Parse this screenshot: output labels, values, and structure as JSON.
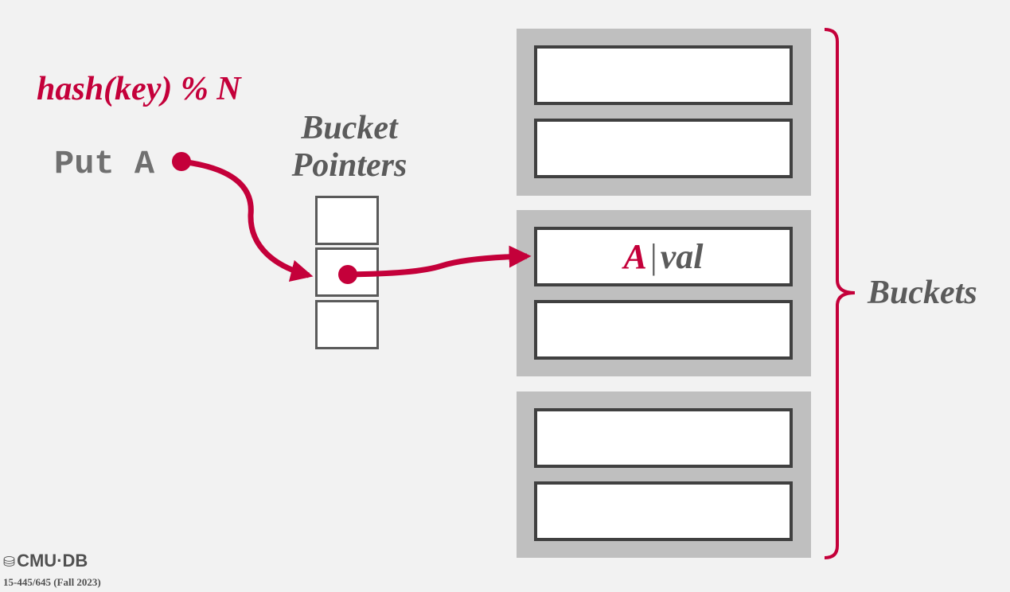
{
  "hash_function": "hash(key) % N",
  "operation": "Put A",
  "bucket_pointers": {
    "title_line1": "Bucket",
    "title_line2": "Pointers",
    "slot_count": 3,
    "active_slot": 2
  },
  "buckets": {
    "label": "Buckets",
    "groups": [
      {
        "slots": [
          {},
          {}
        ]
      },
      {
        "slots": [
          {
            "key": "A",
            "separator": "|",
            "value": "val"
          },
          {}
        ]
      },
      {
        "slots": [
          {},
          {}
        ]
      }
    ]
  },
  "footer": {
    "logo": "CMU·DB",
    "course": "15-445/645 (Fall 2023)"
  },
  "colors": {
    "accent": "#c4003a",
    "text_gray": "#5b5b5b",
    "bucket_bg": "#bfbfbf",
    "background": "#f2f2f2"
  }
}
